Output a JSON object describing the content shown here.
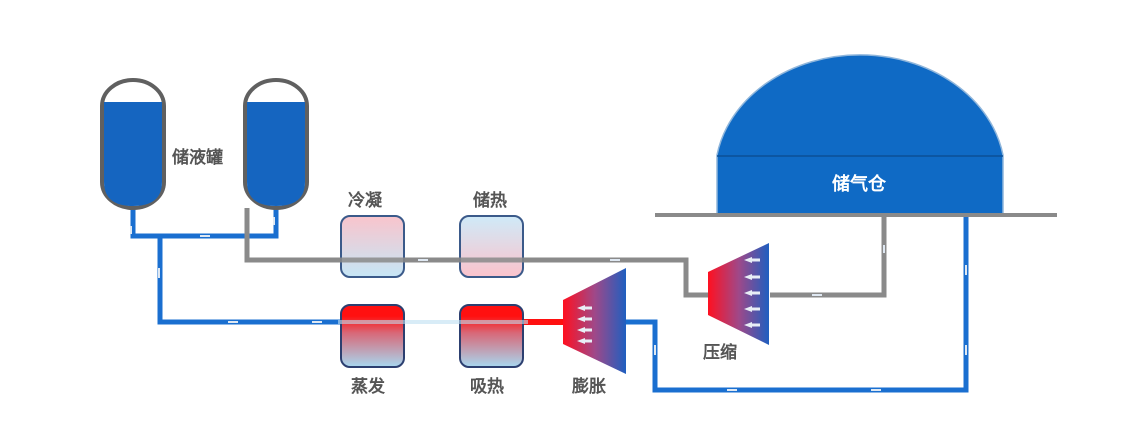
{
  "diagram": {
    "title": "",
    "labels": {
      "liquid_tanks": "储液罐",
      "condense": "冷凝",
      "heat_storage": "储热",
      "evaporate": "蒸发",
      "heat_absorb": "吸热",
      "expander": "膨胀",
      "compressor": "压缩",
      "gas_storage": "储气仓"
    },
    "colors": {
      "liquid_blue": "#1565c0",
      "gray_pipe": "#8a8a8a",
      "hot_red": "#ff1a1a",
      "cold_light_blue": "#bfe3f5",
      "warm_pink": "#f9c7cf",
      "outline": "#555555"
    }
  }
}
